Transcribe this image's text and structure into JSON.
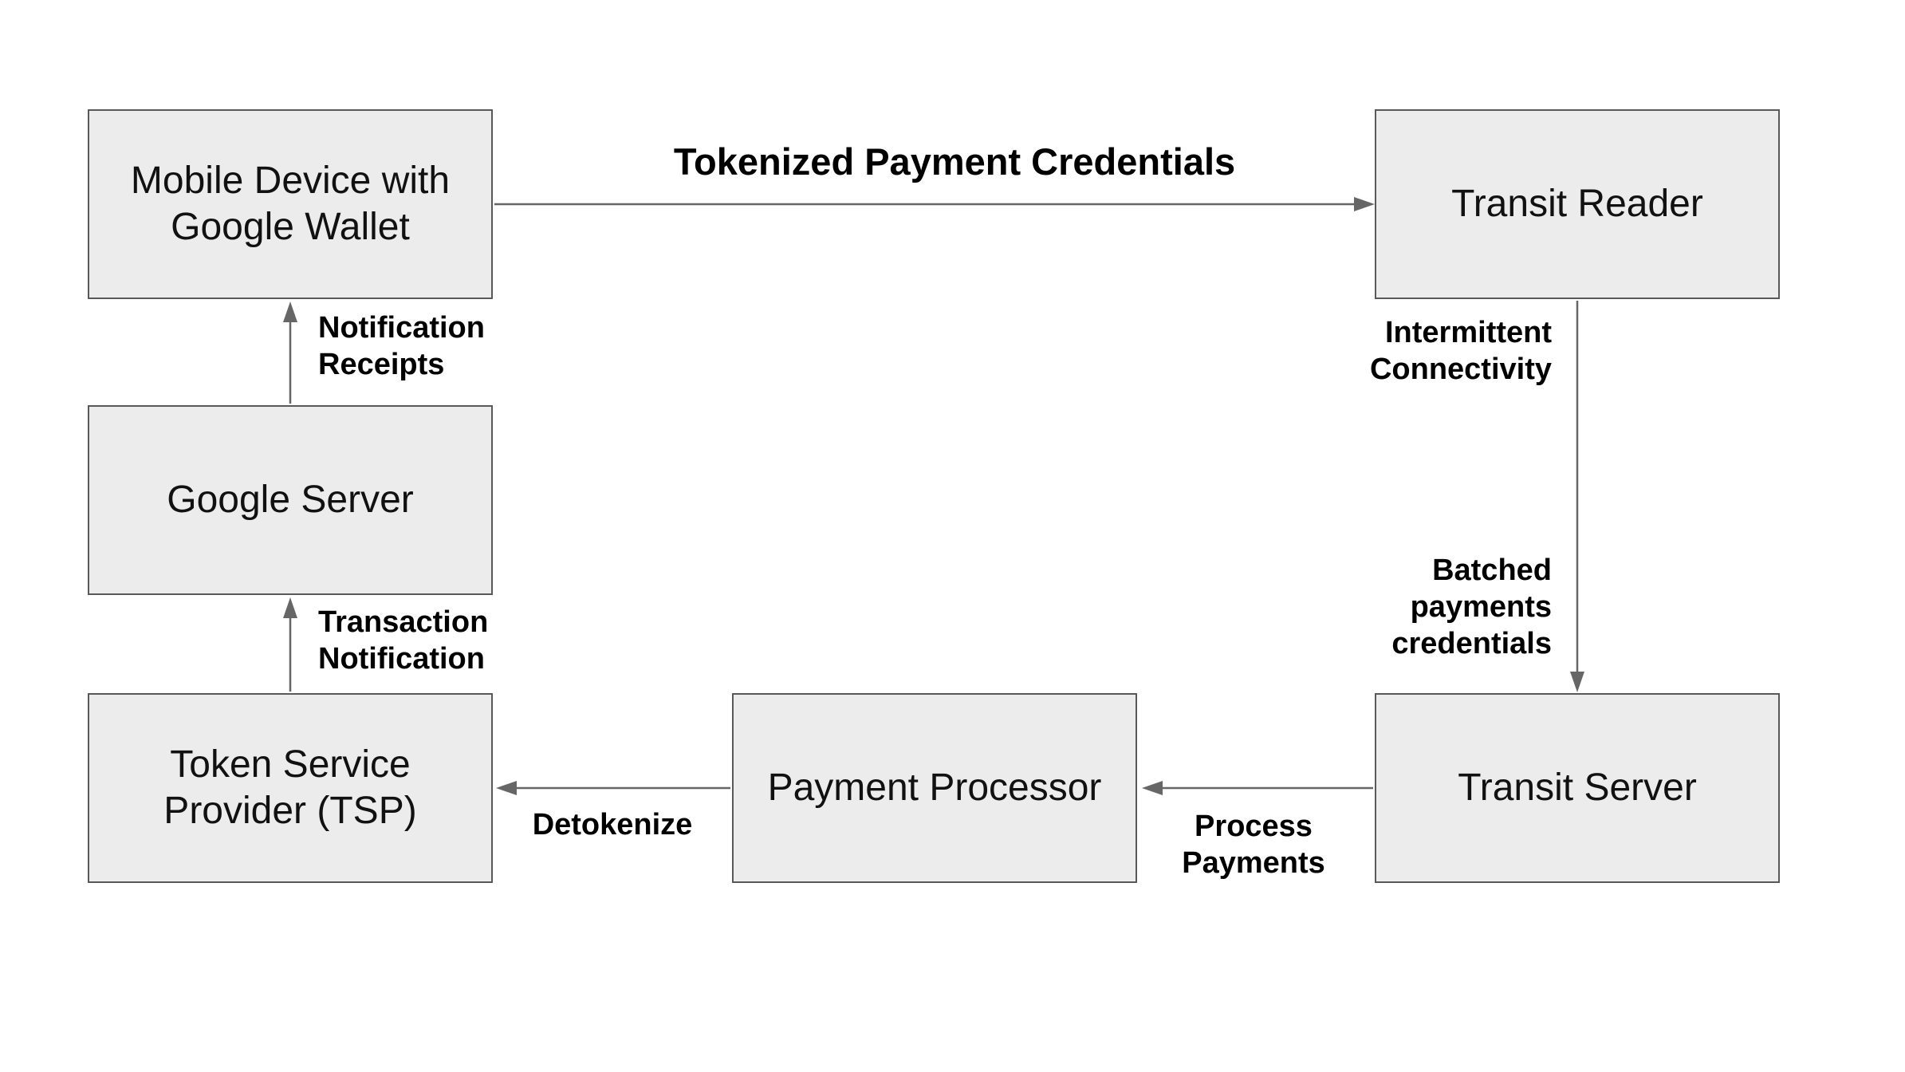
{
  "diagram": {
    "type": "flow-diagram",
    "colors": {
      "node_fill": "#ececec",
      "node_border": "#595959",
      "arrow": "#666666",
      "node_text": "#111111",
      "label_text": "#000000"
    },
    "nodes": [
      {
        "id": "mobile-device",
        "label": "Mobile Device with\nGoogle Wallet"
      },
      {
        "id": "transit-reader",
        "label": "Transit Reader"
      },
      {
        "id": "google-server",
        "label": "Google Server"
      },
      {
        "id": "tsp",
        "label": "Token Service\nProvider (TSP)"
      },
      {
        "id": "payment-processor",
        "label": "Payment Processor"
      },
      {
        "id": "transit-server",
        "label": "Transit Server"
      }
    ],
    "edges": [
      {
        "from": "mobile-device",
        "to": "transit-reader",
        "direction": "right",
        "labels": [
          "Tokenized Payment Credentials"
        ]
      },
      {
        "from": "transit-reader",
        "to": "transit-server",
        "direction": "down",
        "labels": [
          "Intermittent\nConnectivity",
          "Batched\npayments\ncredentials"
        ]
      },
      {
        "from": "transit-server",
        "to": "payment-processor",
        "direction": "left",
        "labels": [
          "Process\nPayments"
        ]
      },
      {
        "from": "payment-processor",
        "to": "tsp",
        "direction": "left",
        "labels": [
          "Detokenize"
        ]
      },
      {
        "from": "tsp",
        "to": "google-server",
        "direction": "up",
        "labels": [
          "Transaction\nNotification"
        ]
      },
      {
        "from": "google-server",
        "to": "mobile-device",
        "direction": "up",
        "labels": [
          "Notification\nReceipts"
        ]
      }
    ]
  }
}
